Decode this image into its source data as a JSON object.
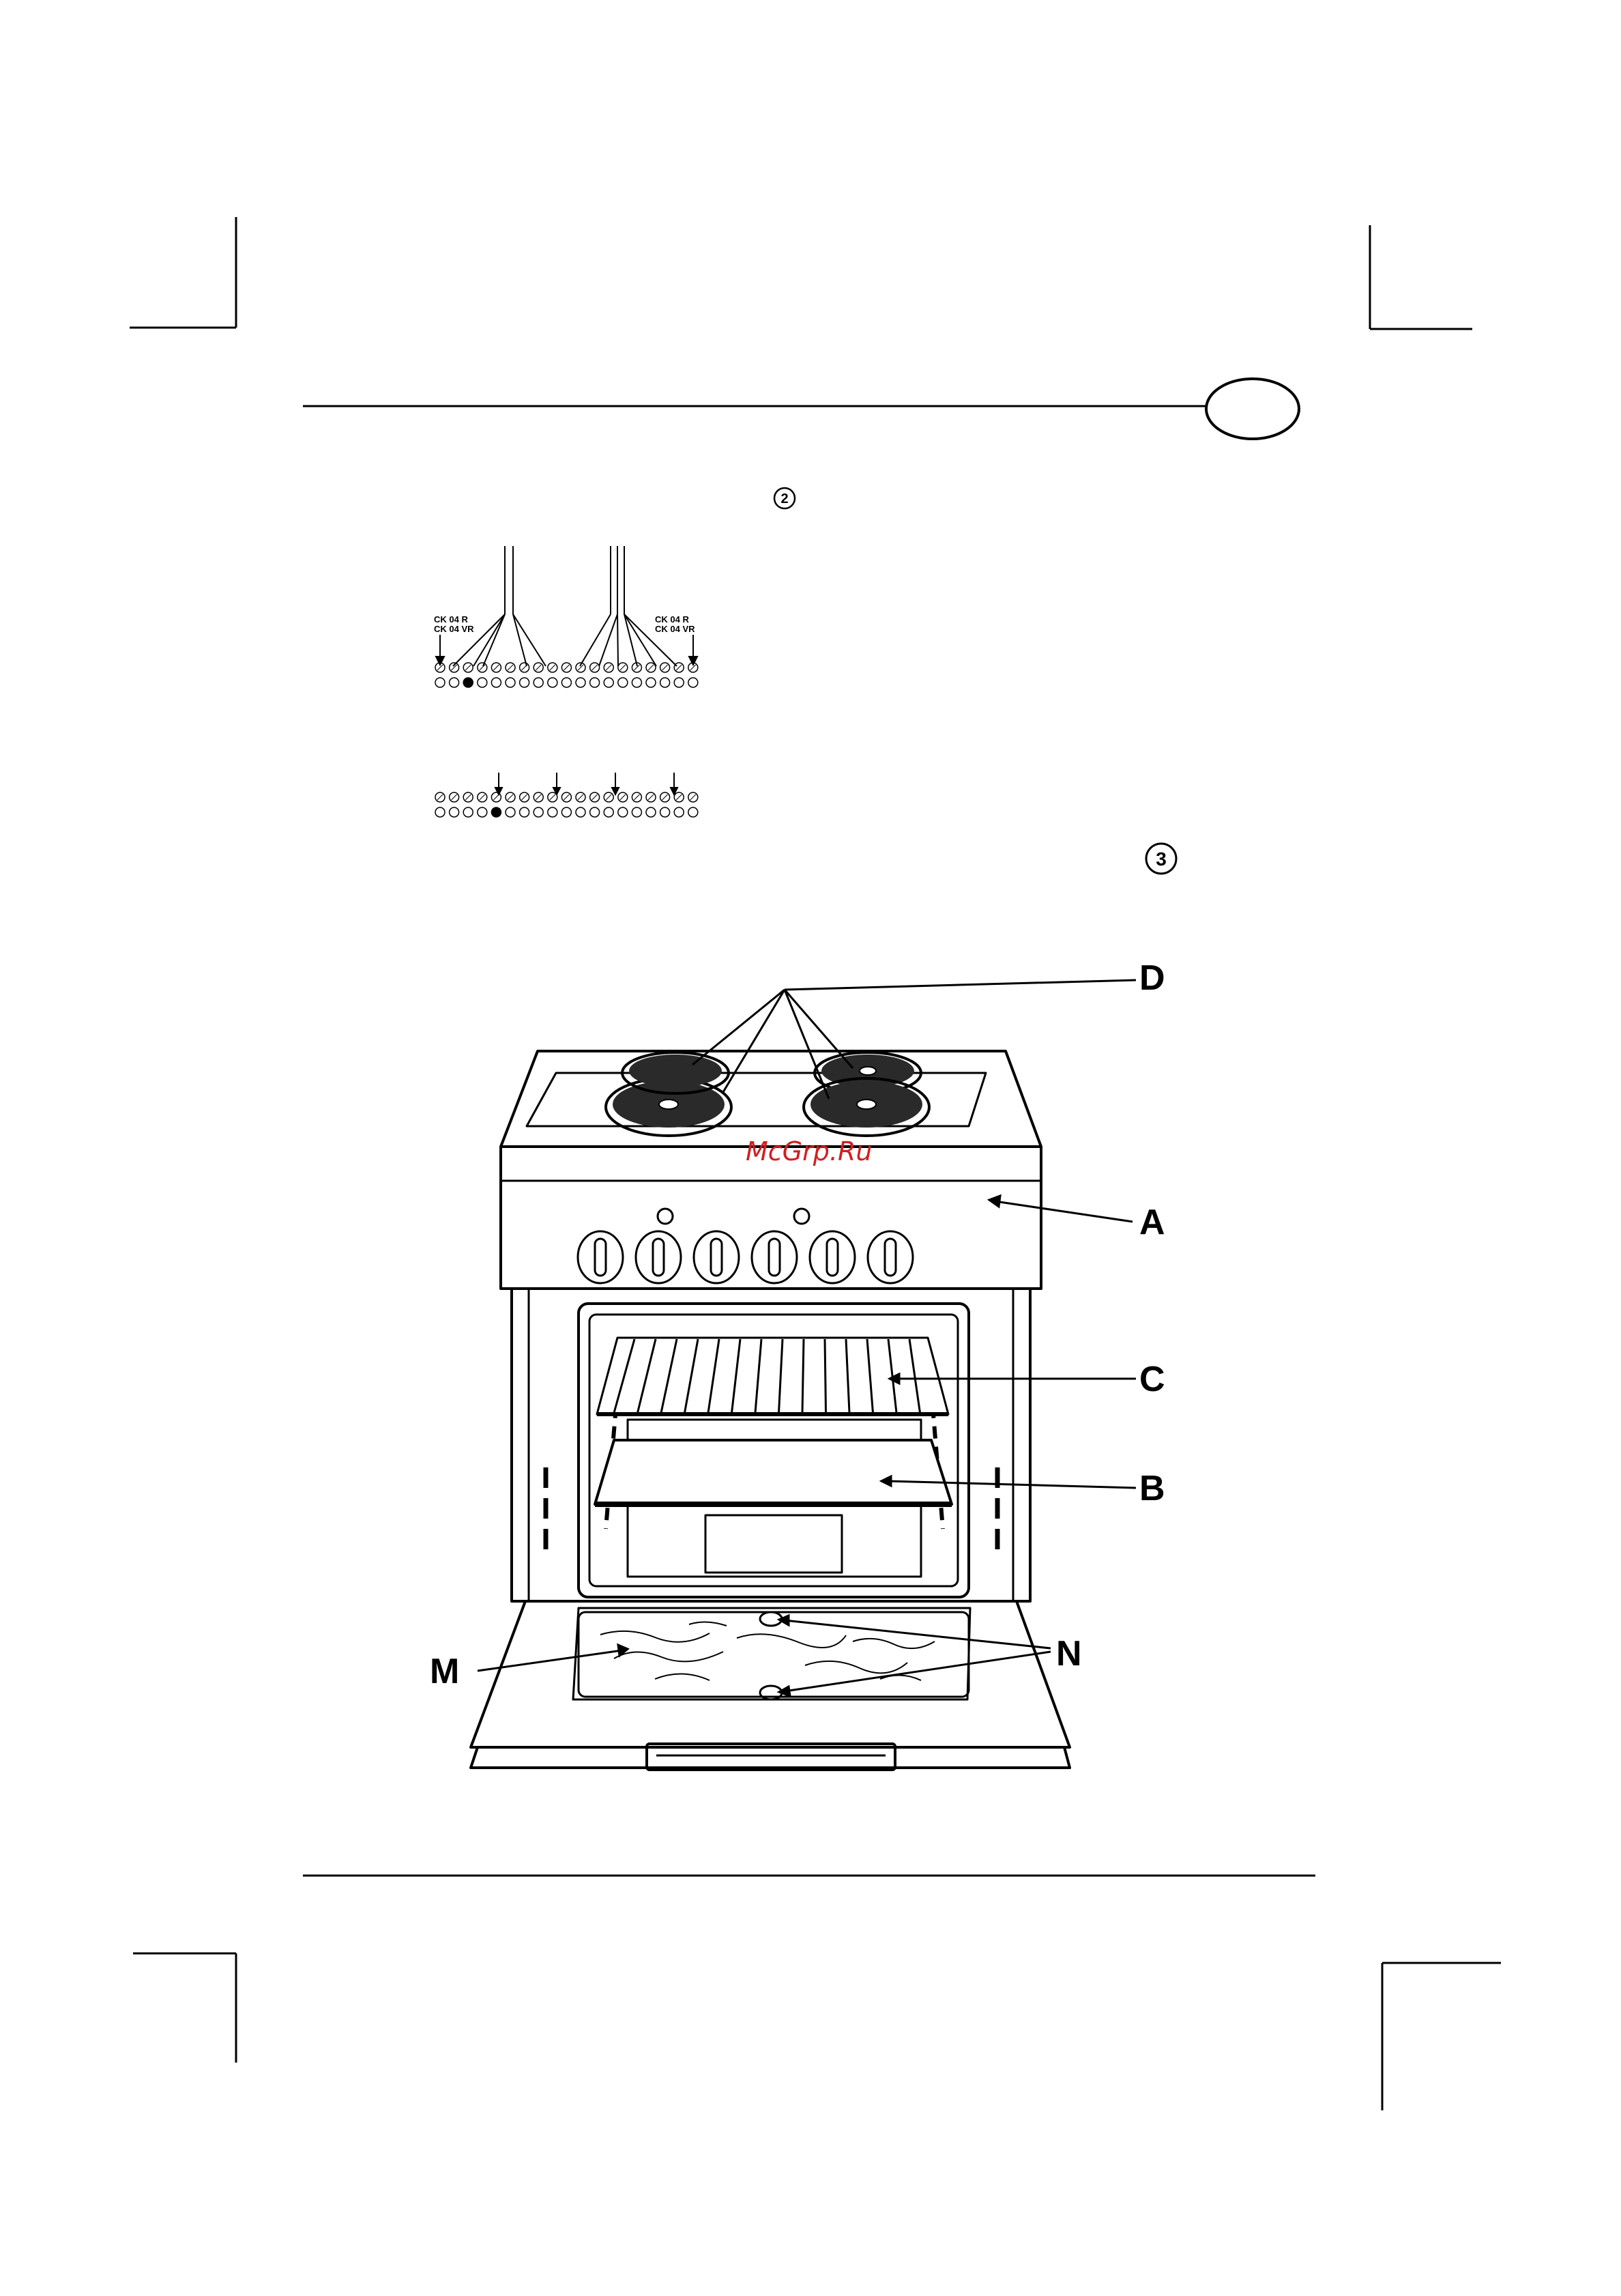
{
  "figure_numbers": {
    "wiring": "2",
    "oven": "3"
  },
  "terminal_labels": {
    "left": [
      "CK 04 R",
      "CK 04 VR"
    ],
    "right": [
      "CK 04 R",
      "CK 04 VR"
    ]
  },
  "callouts": {
    "A": "A",
    "B": "B",
    "C": "C",
    "D": "D",
    "M": "M",
    "N": "N"
  },
  "watermark": "McGrp.Ru",
  "colors": {
    "ink": "#000000",
    "watermark": "#d02020",
    "burner_fill": "#2a2a2a"
  }
}
